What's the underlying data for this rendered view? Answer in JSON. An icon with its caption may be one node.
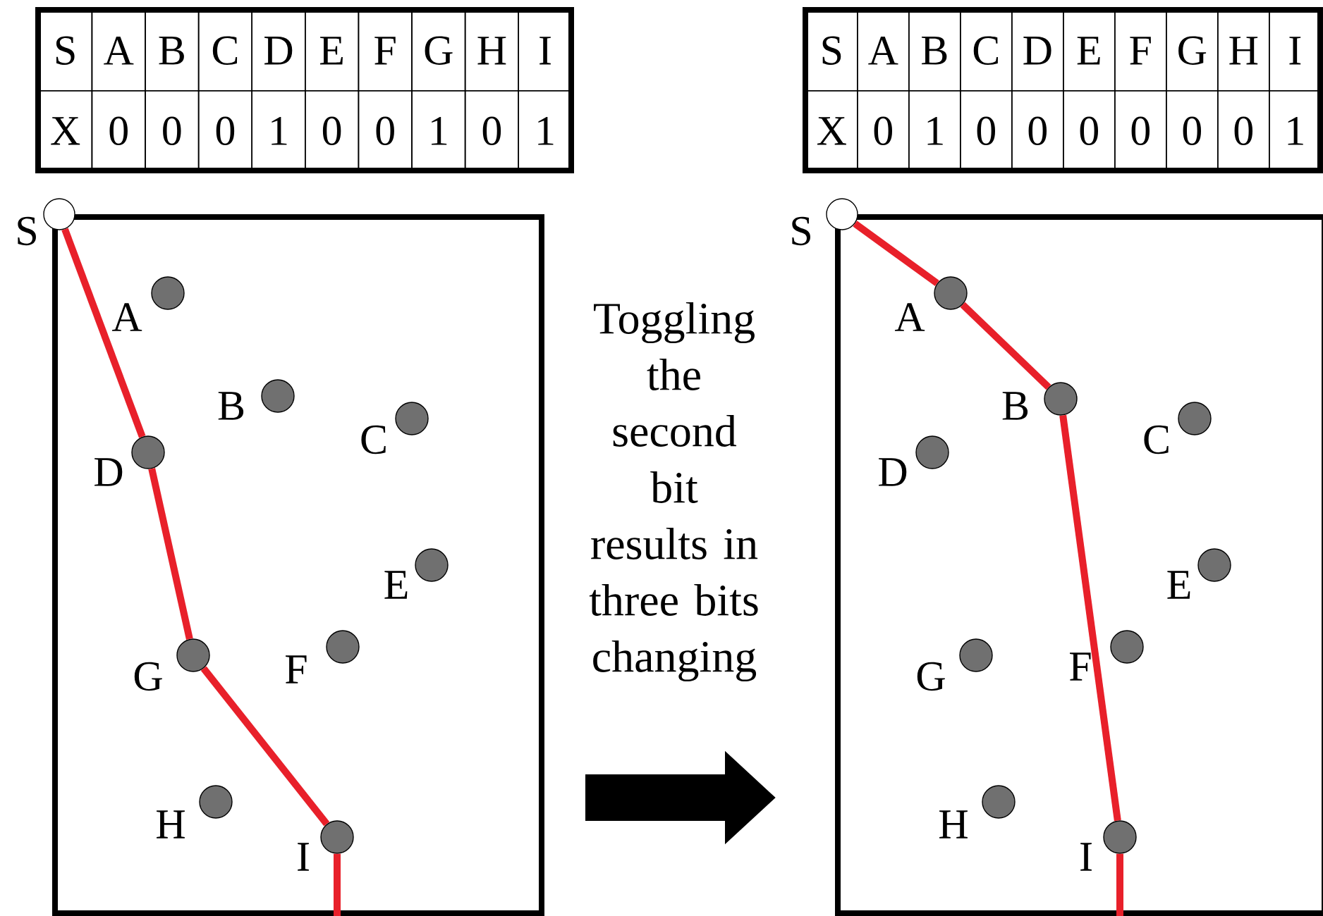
{
  "diagram": {
    "nodes": [
      {
        "text": [],
        "shape": "box"
      },
      {
        "text": [
          "S"
        ]
      },
      {
        "text": [
          "A"
        ],
        "in": 0
      },
      {
        "text": [
          "B"
        ],
        "in": 0
      },
      {
        "text": [
          "C"
        ],
        "in": 0
      },
      {
        "text": [
          "D"
        ],
        "in": 0
      },
      {
        "text": [
          "E"
        ],
        "in": 0
      },
      {
        "text": [
          "F"
        ],
        "in": 0
      },
      {
        "text": [
          "G"
        ],
        "in": 0
      },
      {
        "text": [
          "H"
        ],
        "in": 0
      },
      {
        "text": [
          "I"
        ],
        "in": 0
      },
      {
        "text": [],
        "shape": "box"
      },
      {
        "text": [
          "S"
        ]
      },
      {
        "text": [
          "A"
        ],
        "in": 11
      },
      {
        "text": [
          "B"
        ],
        "in": 11
      },
      {
        "text": [
          "C"
        ],
        "in": 11
      },
      {
        "text": [
          "D"
        ],
        "in": 11
      },
      {
        "text": [
          "E"
        ],
        "in": 11
      },
      {
        "text": [
          "F"
        ],
        "in": 11
      },
      {
        "text": [
          "G"
        ],
        "in": 11
      },
      {
        "text": [
          "H"
        ],
        "in": 11
      },
      {
        "text": [
          "I"
        ],
        "in": 11
      }
    ],
    "edges": [
      {
        "from": 1,
        "to": 5,
        "arrow": "none"
      },
      {
        "from": 5,
        "to": 8,
        "arrow": "none"
      },
      {
        "from": 8,
        "to": 10,
        "arrow": "none"
      },
      {
        "from": 10,
        "to": null,
        "arrow": "none"
      },
      {
        "from": 12,
        "to": 13,
        "arrow": "none"
      },
      {
        "from": 13,
        "to": 14,
        "arrow": "none"
      },
      {
        "from": 14,
        "to": 21,
        "arrow": "none"
      },
      {
        "from": 21,
        "to": null,
        "arrow": "none"
      },
      {
        "from": 0,
        "to": 11,
        "arrow": "to",
        "style": "thick",
        "color": "#000000",
        "label": "Toggling the second bit results in three bits changing"
      }
    ],
    "labels": [
      "S",
      "A",
      "B",
      "C",
      "D",
      "E",
      "F",
      "G",
      "H",
      "I",
      "X",
      "0",
      "0",
      "0",
      "1",
      "0",
      "0",
      "1",
      "0",
      "1",
      "S",
      "A",
      "B",
      "C",
      "D",
      "E",
      "F",
      "G",
      "H",
      "I",
      "X",
      "0",
      "1",
      "0",
      "0",
      "0",
      "0",
      "0",
      "0",
      "1"
    ]
  }
}
